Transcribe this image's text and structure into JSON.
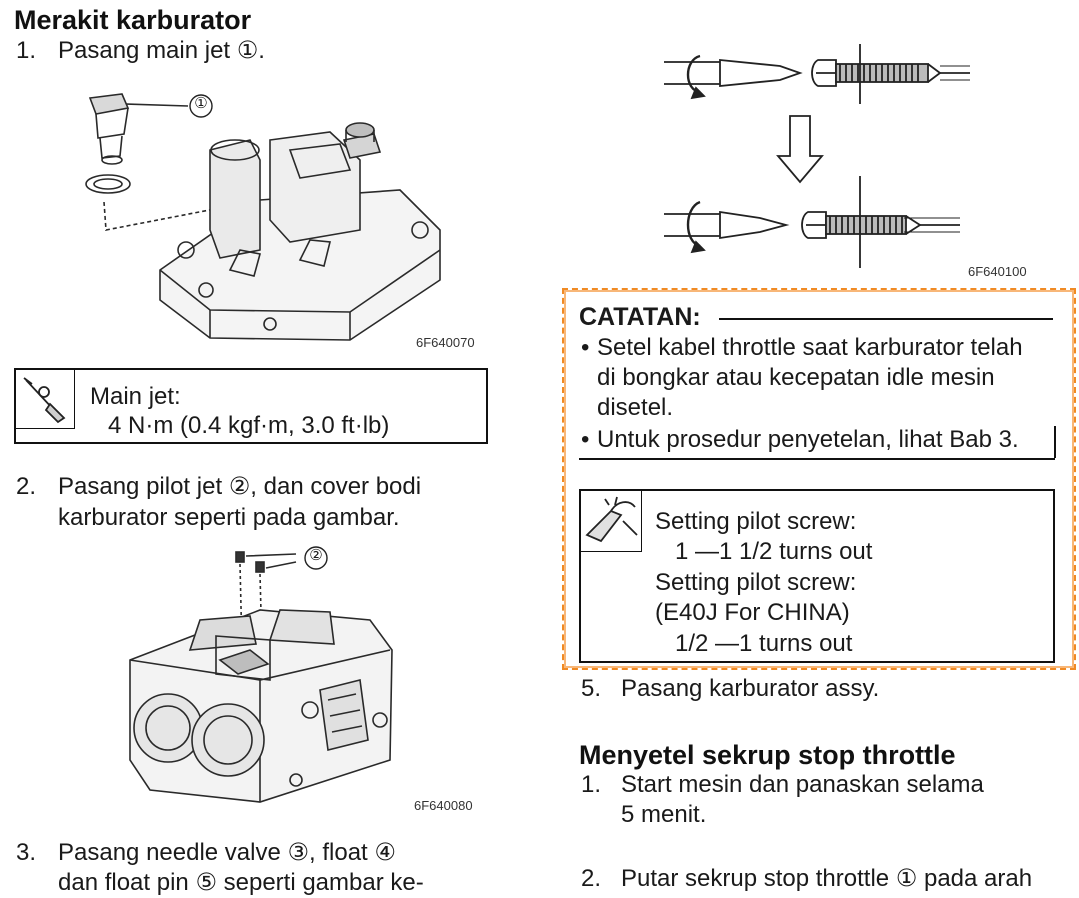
{
  "left": {
    "heading": "Merakit karburator",
    "step1": {
      "num": "1.",
      "text": "Pasang main jet ①."
    },
    "fig1": {
      "code": "6F640070",
      "callout": "①"
    },
    "spec1": {
      "label": "Main jet:",
      "value": "4 N·m (0.4 kgf·m, 3.0 ft·lb)",
      "icon": "torque-wrench-icon"
    },
    "step2": {
      "num": "2.",
      "line1": "Pasang pilot jet ②, dan cover bodi",
      "line2": "karburator seperti pada gambar."
    },
    "fig2": {
      "code": "6F640080",
      "callout": "②"
    },
    "step3": {
      "num": "3.",
      "line1": "Pasang needle valve ③, float ④",
      "line2": "dan float pin ⑤ seperti gambar ke-"
    }
  },
  "right": {
    "fig3": {
      "code": "6F640100"
    },
    "note": {
      "title": "CATATAN:",
      "bullets": [
        {
          "lines": [
            "Setel kabel throttle saat karburator telah",
            "di bongkar atau kecepatan idle mesin",
            "disetel."
          ]
        },
        {
          "lines": [
            "Untuk prosedur penyetelan, lihat Bab 3."
          ]
        }
      ],
      "highlight_color": "#f08a24"
    },
    "spec2": {
      "icon": "caliper-screwdriver-icon",
      "lines": [
        "Setting pilot screw:",
        "1 —1 1/2 turns out",
        "Setting pilot screw:",
        "(E40J For CHINA)",
        "1/2 —1 turns out"
      ]
    },
    "step5": {
      "num": "5.",
      "text": "Pasang karburator assy."
    },
    "heading2": "Menyetel sekrup stop throttle",
    "stepA": {
      "num": "1.",
      "line1": "Start mesin dan panaskan selama",
      "line2": "5 menit."
    },
    "stepB": {
      "num": "2.",
      "text": "Putar sekrup stop throttle ① pada arah"
    }
  }
}
